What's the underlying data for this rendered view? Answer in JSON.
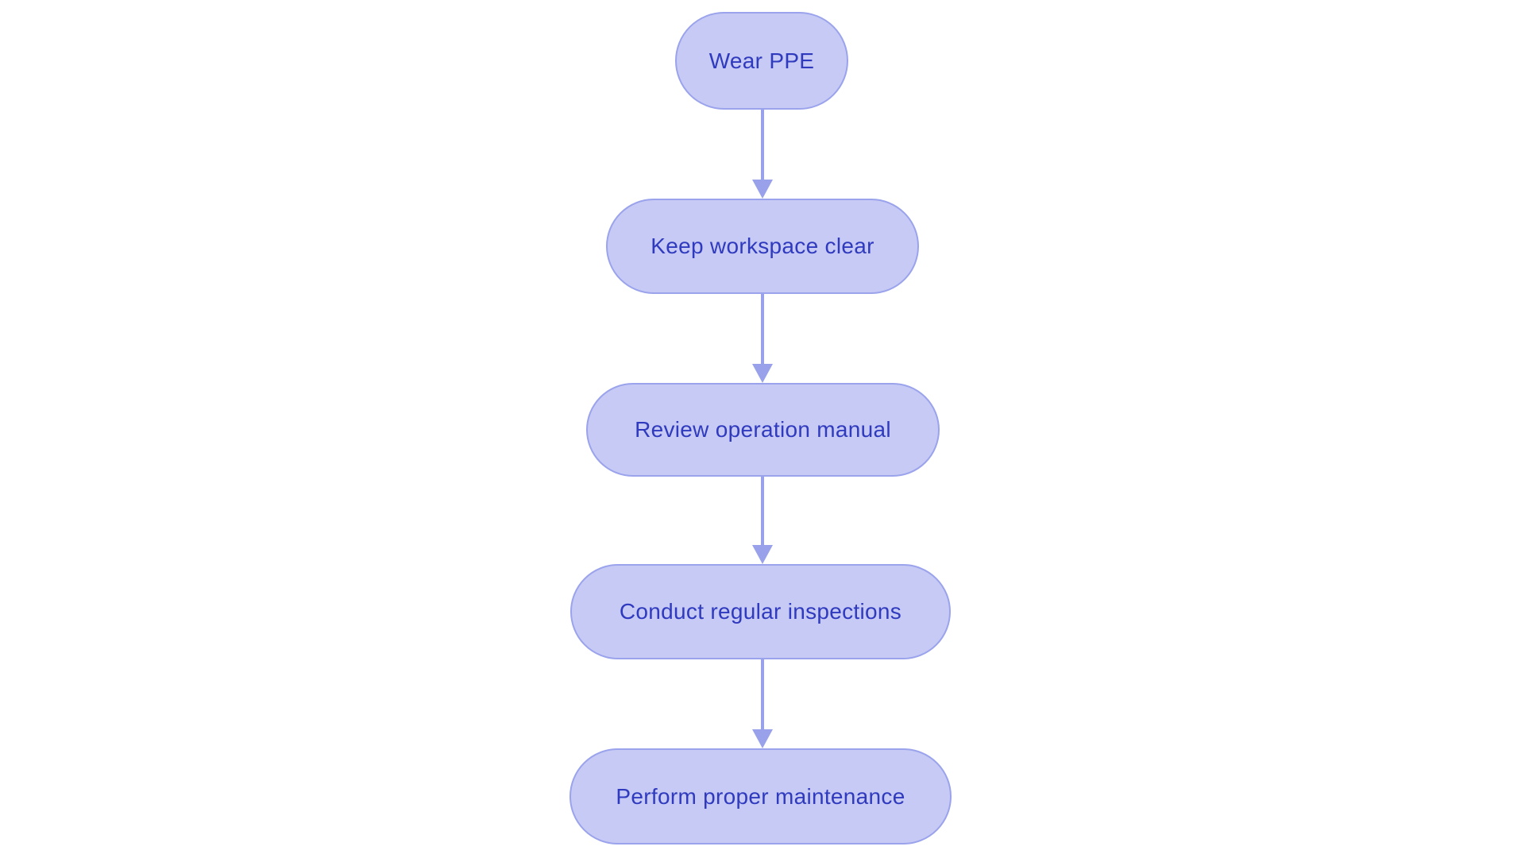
{
  "diagram": {
    "type": "flowchart",
    "direction": "top-down",
    "colors": {
      "canvas_background": "#ffffff",
      "node_fill": "#c6caf4",
      "node_border": "#9aa3ec",
      "node_text": "#2f3abe",
      "arrow": "#98a1ea"
    },
    "nodes": [
      {
        "id": "wear-ppe",
        "label": "Wear PPE"
      },
      {
        "id": "keep-workspace-clear",
        "label": "Keep workspace clear"
      },
      {
        "id": "review-operation-manual",
        "label": "Review operation manual"
      },
      {
        "id": "conduct-regular-inspections",
        "label": "Conduct regular inspections"
      },
      {
        "id": "perform-proper-maintenance",
        "label": "Perform proper maintenance"
      }
    ],
    "edges": [
      {
        "from": "wear-ppe",
        "to": "keep-workspace-clear"
      },
      {
        "from": "keep-workspace-clear",
        "to": "review-operation-manual"
      },
      {
        "from": "review-operation-manual",
        "to": "conduct-regular-inspections"
      },
      {
        "from": "conduct-regular-inspections",
        "to": "perform-proper-maintenance"
      }
    ]
  }
}
